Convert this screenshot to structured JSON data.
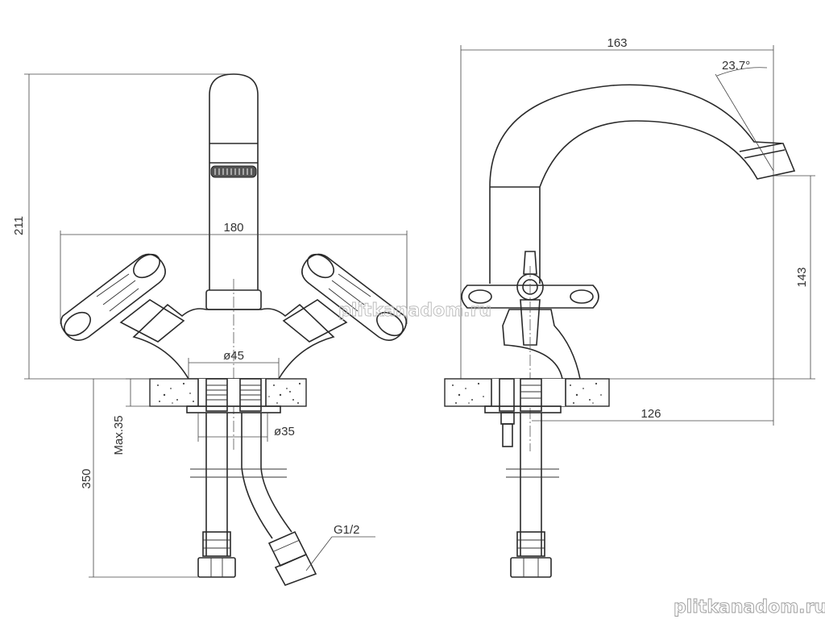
{
  "drawing": {
    "front_view": {
      "dim_height": "211",
      "dim_handles_span": "180",
      "dim_base_diameter": "ø45",
      "dim_shank_diameter": "ø35",
      "dim_max_thickness": "Max.35",
      "dim_hose_length": "350",
      "dim_thread": "G1/2"
    },
    "side_view": {
      "dim_reach": "163",
      "dim_angle": "23.7°",
      "dim_spout_height": "143",
      "dim_spout_offset": "126"
    }
  },
  "watermark": {
    "center_text": "plitkanadom.ru",
    "corner_text": "plitkanadom.ru"
  }
}
